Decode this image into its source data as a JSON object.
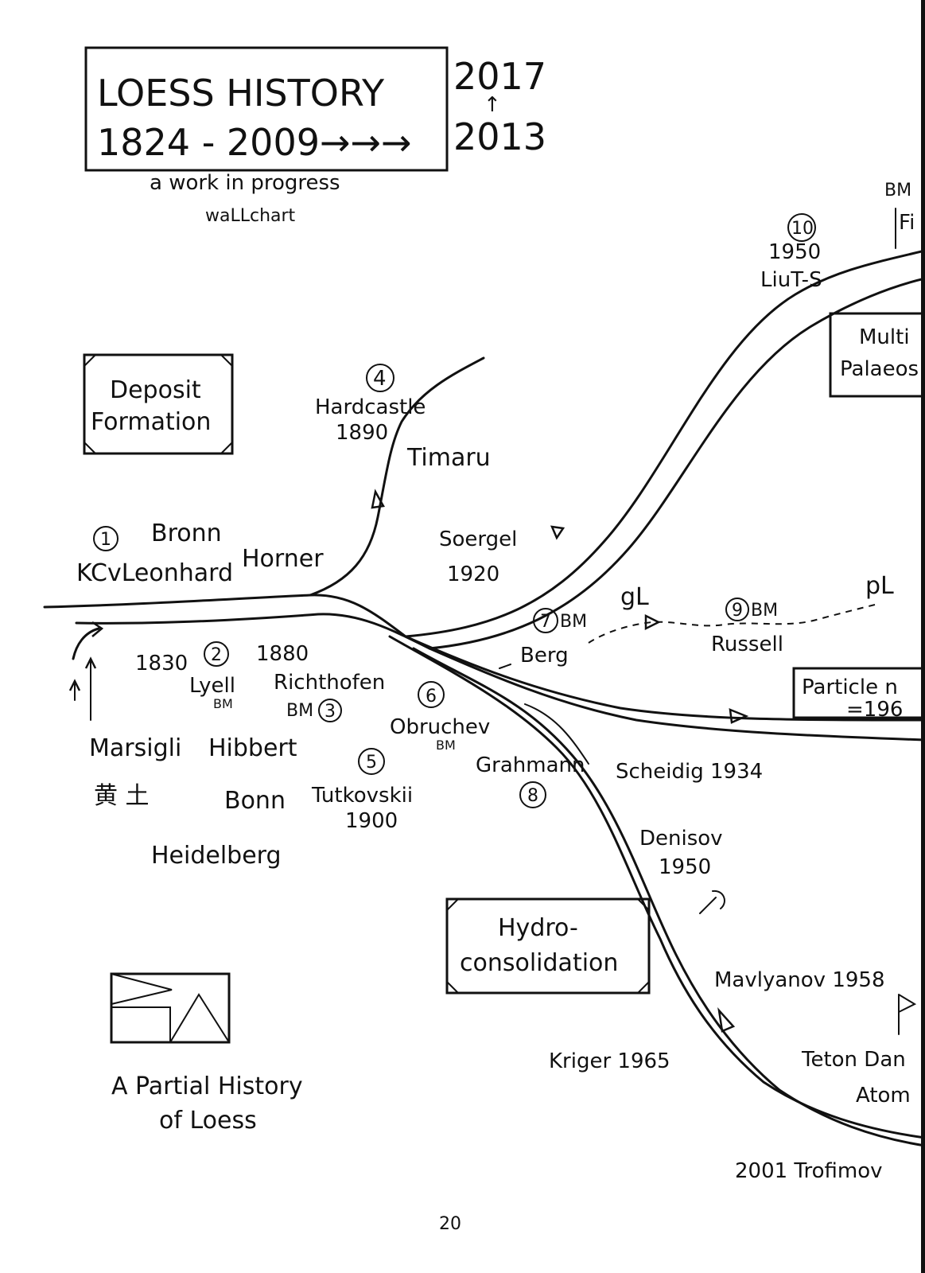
{
  "title_box": {
    "line1": "LOESS HISTORY",
    "line2": "1824 - 2009→→→",
    "year_top": "2017",
    "year_arrow": "↑",
    "year_bottom": "2013"
  },
  "subtitle": {
    "line1": "a work in progress",
    "line2": "waLLchart"
  },
  "boxes": {
    "deposit": {
      "line1": "Deposit",
      "line2": "Formation"
    },
    "hydro": {
      "line1": "Hydro-",
      "line2": "consolidation"
    },
    "multi": {
      "line1": "Multi",
      "line2": "Palaeos"
    },
    "particle": {
      "line1": "Particle n",
      "line2": "=196"
    }
  },
  "legend_caption": {
    "line1": "A Partial History",
    "line2": "of Loess"
  },
  "page_number": "20",
  "labels": {
    "n1": "1",
    "bronn": "Bronn",
    "kcv": "KCvLeonhard",
    "horner": "Horner",
    "n4": "4",
    "hardcastle": "Hardcastle",
    "y1890": "1890",
    "timaru": "Timaru",
    "soergel": "Soergel",
    "y1920": "1920",
    "n10": "10",
    "y1950a": "1950",
    "liuts": "LiuT-S",
    "bm_top": "BM",
    "fi": "Fi",
    "n7": "7",
    "bm7": "BM",
    "berg": "Berg",
    "gl": "gL",
    "n9": "9",
    "bm9": "BM",
    "russell": "Russell",
    "pl": "pL",
    "y1830": "1830",
    "n2": "2",
    "y1880": "1880",
    "lyell": "Lyell",
    "bm_lyell": "BM",
    "richthofen": "Richthofen",
    "bm3": "BM",
    "n3": "3",
    "n6": "6",
    "obruchev": "Obruchev",
    "bm6": "BM",
    "marsigli": "Marsigli",
    "hibbert": "Hibbert",
    "n5": "5",
    "bonn": "Bonn",
    "tutkovskii": "Tutkovskii",
    "y1900": "1900",
    "heidelberg": "Heidelberg",
    "grahmann": "Grahmann",
    "n8": "8",
    "scheidig": "Scheidig 1934",
    "denisov": "Denisov",
    "y1950b": "1950",
    "mavlyanov": "Mavlyanov 1958",
    "kriger": "Kriger 1965",
    "teton": "Teton Dan",
    "atom": "Atom",
    "trofimov": "2001 Trofimov",
    "cjk": "黄 土"
  }
}
